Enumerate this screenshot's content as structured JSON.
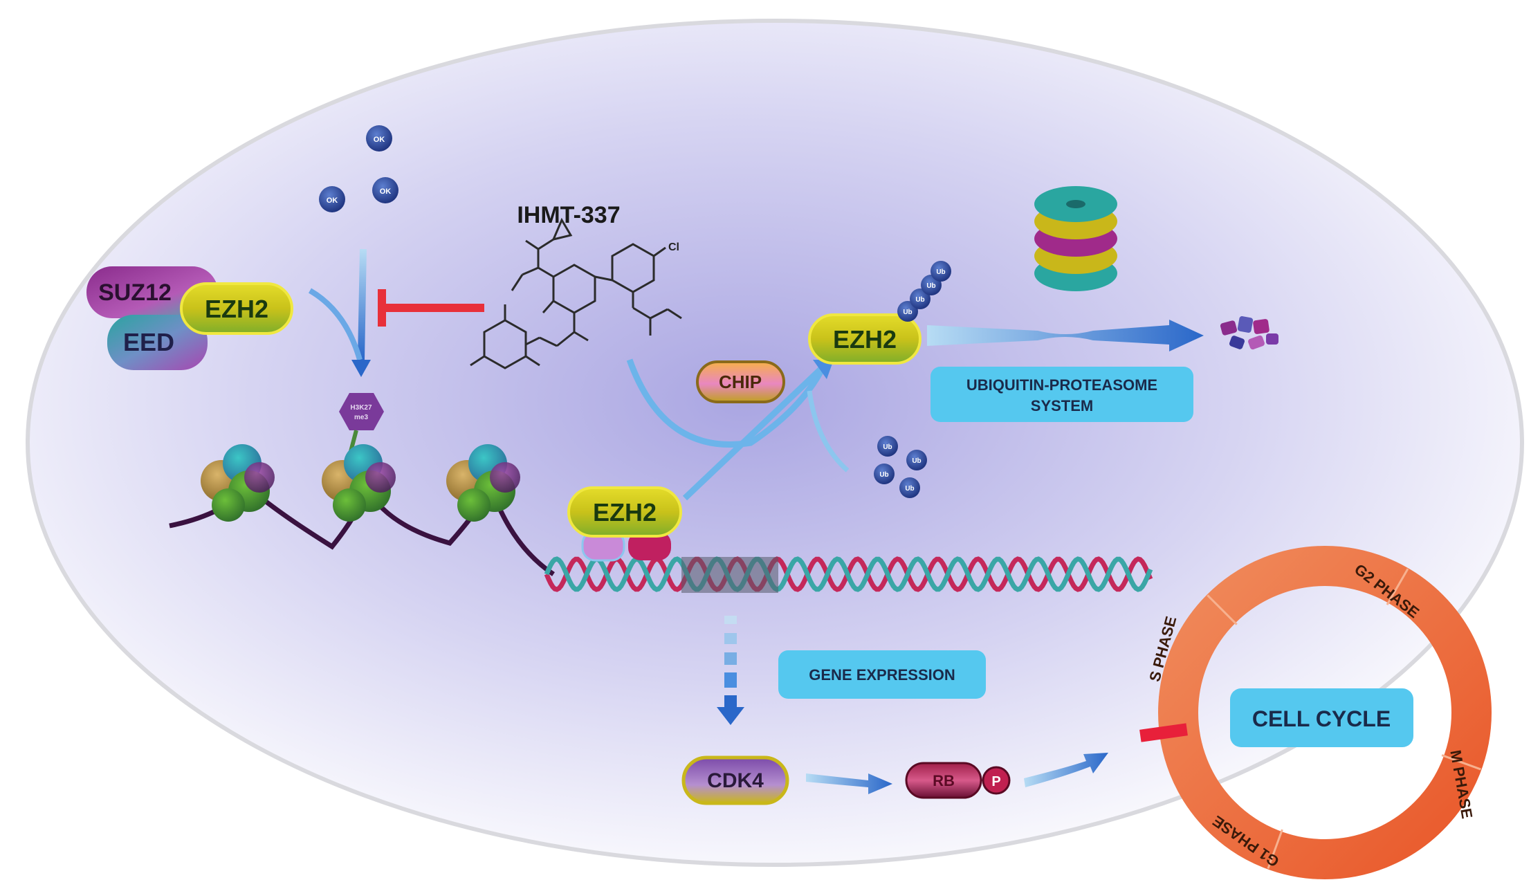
{
  "compound": {
    "name": "IHMT-337"
  },
  "prc2": {
    "suz12": "SUZ12",
    "ezh2": "EZH2",
    "eed": "EED"
  },
  "cofactor": {
    "label": "OK"
  },
  "histone_mark": {
    "line1": "H3K27",
    "line2": "me3"
  },
  "ezh2_chromatin": "EZH2",
  "ezh2_ubiquitinated": "EZH2",
  "chip": "CHIP",
  "ubiquitin": "Ub",
  "ups": {
    "line1": "UBIQUITIN-PROTEASOME",
    "line2": "SYSTEM"
  },
  "gene_expression": "GENE EXPRESSION",
  "cdk4": "CDK4",
  "rb": {
    "label": "RB",
    "phospho": "P"
  },
  "cell_cycle": {
    "title": "CELL CYCLE",
    "phases": {
      "s": "S PHASE",
      "g2": "G2 PHASE",
      "m": "M PHASE",
      "g1": "G1 PHASE"
    }
  },
  "colors": {
    "cell_glow": "#b9b6e8",
    "ezh2_fill": "#c9c21a",
    "inhibit": "#e8303a",
    "arrow_blue": "#2a67c9",
    "label_box": "#55c8ef",
    "ring": "#ee6a3a",
    "dna_red": "#c4285a",
    "dna_teal": "#3aa6a6"
  }
}
